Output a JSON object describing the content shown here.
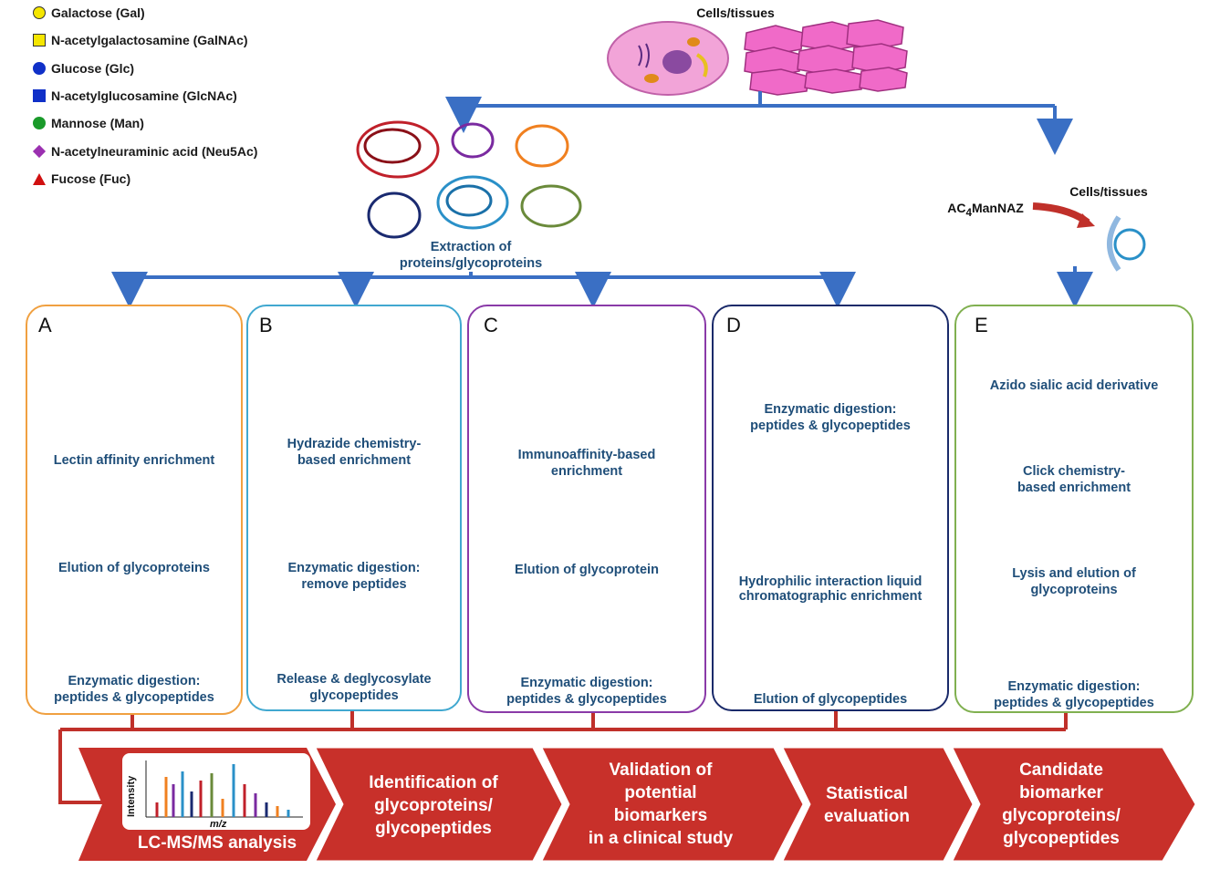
{
  "legend": [
    {
      "label": "Galactose (Gal)",
      "shape": "circle",
      "color": "#f5e600"
    },
    {
      "label": "N-acetylgalactosamine (GalNAc)",
      "shape": "square",
      "color": "#f5e600"
    },
    {
      "label": "Glucose (Glc)",
      "shape": "circle",
      "color": "#1030c8"
    },
    {
      "label": "N-acetylglucosamine (GlcNAc)",
      "shape": "square",
      "color": "#1030c8"
    },
    {
      "label": "Mannose (Man)",
      "shape": "circle",
      "color": "#1a9a2a"
    },
    {
      "label": "N-acetylneuraminic acid (Neu5Ac)",
      "shape": "diamond",
      "color": "#9b30b0"
    },
    {
      "label": "Fucose (Fuc)",
      "shape": "triangle",
      "color": "#d01010"
    }
  ],
  "top": {
    "cells_label": "Cells/tissues",
    "extraction_line1": "Extraction of",
    "extraction_line2": "proteins/glycoproteins",
    "reagent_label": "AC",
    "reagent_sub": "4",
    "reagent_rest": "ManNAZ",
    "cells_label_right": "Cells/tissues"
  },
  "panels": {
    "A": {
      "letter": "A",
      "step1": "Lectin affinity enrichment",
      "step2": "Elution of glycoproteins",
      "step3_line1": "Enzymatic digestion:",
      "step3_line2": "peptides & glycopeptides"
    },
    "B": {
      "letter": "B",
      "step1_line1": "Hydrazide chemistry-",
      "step1_line2": "based enrichment",
      "step2_line1": "Enzymatic digestion:",
      "step2_line2": "remove peptides",
      "step3_line1": "Release & deglycosylate",
      "step3_line2": "glycopeptides"
    },
    "C": {
      "letter": "C",
      "step1_line1": "Immunoaffinity-based",
      "step1_line2": "enrichment",
      "step2": "Elution of glycoprotein",
      "step3_line1": "Enzymatic digestion:",
      "step3_line2": "peptides & glycopeptides"
    },
    "D": {
      "letter": "D",
      "step1_line1": "Enzymatic digestion:",
      "step1_line2": "peptides & glycopeptides",
      "step2_line1": "Hydrophilic interaction liquid",
      "step2_line2": "chromatographic enrichment",
      "step3": "Elution of glycopeptides"
    },
    "E": {
      "letter": "E",
      "step1": "Azido sialic acid derivative",
      "step2_line1": "Click chemistry-",
      "step2_line2": "based enrichment",
      "step3_line1": "Lysis and elution of",
      "step3_line2": "glycoproteins",
      "step4_line1": "Enzymatic digestion:",
      "step4_line2": "peptides & glycopeptides"
    }
  },
  "pipeline": {
    "ms_label": "LC-MS/MS analysis",
    "ms_xaxis": "m/z",
    "ms_yaxis": "Intensity",
    "step2_line1": "Identification of",
    "step2_line2": "glycoproteins/",
    "step2_line3": "glycopeptides",
    "step3_line1": "Validation of",
    "step3_line2": "potential",
    "step3_line3": "biomarkers",
    "step3_line4": "in a clinical study",
    "step4_line1": "Statistical",
    "step4_line2": "evaluation",
    "step5_line1": "Candidate",
    "step5_line2": "biomarker",
    "step5_line3": "glycoproteins/",
    "step5_line4": "glycopeptides"
  },
  "colors": {
    "arrow_blue": "#3a6fc4",
    "panel_A": "#f0a040",
    "panel_B": "#40a8d0",
    "panel_C": "#8a3aa8",
    "panel_D": "#1a2a6a",
    "panel_E": "#80b050",
    "pipeline_red": "#c8302a",
    "label_blue": "#1f4e79"
  }
}
